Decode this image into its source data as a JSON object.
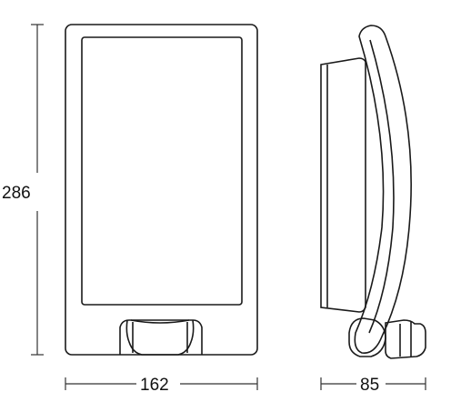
{
  "dimensions": {
    "height": "286",
    "front_width": "162",
    "side_depth": "85"
  },
  "colors": {
    "line": "#1a1a1a",
    "dimension_line": "#333333",
    "background": "#ffffff"
  }
}
